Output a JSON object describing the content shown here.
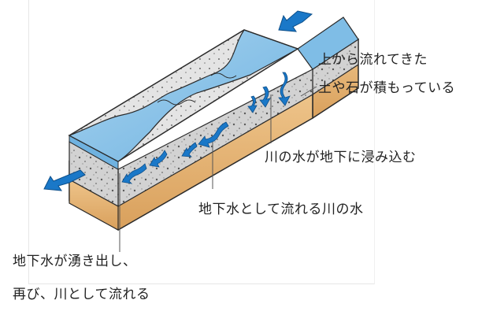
{
  "labels": {
    "sediment_line1": "上から流れてきた",
    "sediment_line2": "土や石が積もっている",
    "seep": "川の水が地下に浸み込む",
    "groundwater": "地下水として流れる川の水",
    "spring_line1": "地下水が湧き出し、",
    "spring_line2": "再び、川として流れる"
  },
  "colors": {
    "water": "#7fbde6",
    "water_light": "#b9dcf2",
    "arrow": "#1a78c8",
    "gravel": "#cfcfcf",
    "sand": "#e8b877",
    "sand_dark": "#d39a55",
    "outline": "#2a2a2a"
  }
}
